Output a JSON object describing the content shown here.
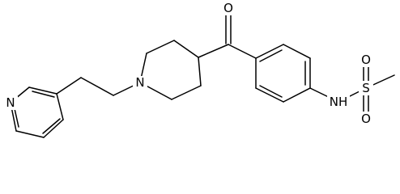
{
  "structure": {
    "atoms": {
      "n_pyridine": {
        "label": "N"
      },
      "n_piperidine": {
        "label": "N"
      },
      "o_carbonyl": {
        "label": "O"
      },
      "nh_sulfonamide": {
        "label": "NH"
      },
      "s_sulfonyl": {
        "label": "S"
      },
      "o_sulfonyl_top": {
        "label": "O"
      },
      "o_sulfonyl_bottom": {
        "label": "O"
      }
    }
  }
}
